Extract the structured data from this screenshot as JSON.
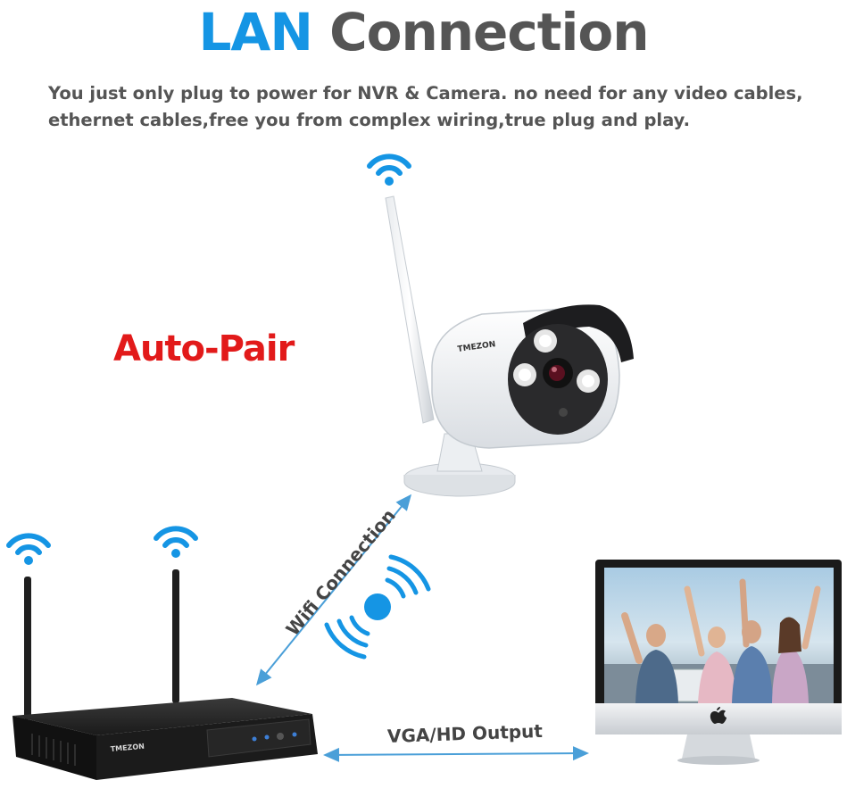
{
  "header": {
    "title_part1": "LAN",
    "title_part2": "Connection",
    "description_line1": "You just only plug to power for NVR & Camera. no need for any video cables,",
    "description_line2": "ethernet cables,free you from complex wiring,true plug and play."
  },
  "labels": {
    "auto_pair": "Auto-Pair",
    "wifi_connection": "Wifi Connection",
    "vga_output": "VGA/HD Output"
  },
  "brand": {
    "camera_logo": "TMEZON",
    "nvr_logo": "TMEZON"
  },
  "icons": {
    "camera_wifi": "wifi-icon",
    "nvr_left_wifi": "wifi-icon",
    "nvr_right_wifi": "wifi-icon",
    "signal": "signal-waves-icon"
  },
  "colors": {
    "accent_blue": "#1595e4",
    "title_gray": "#555555",
    "auto_pair_red": "#e21a1a",
    "arrow_blue": "#4a9fd8"
  }
}
